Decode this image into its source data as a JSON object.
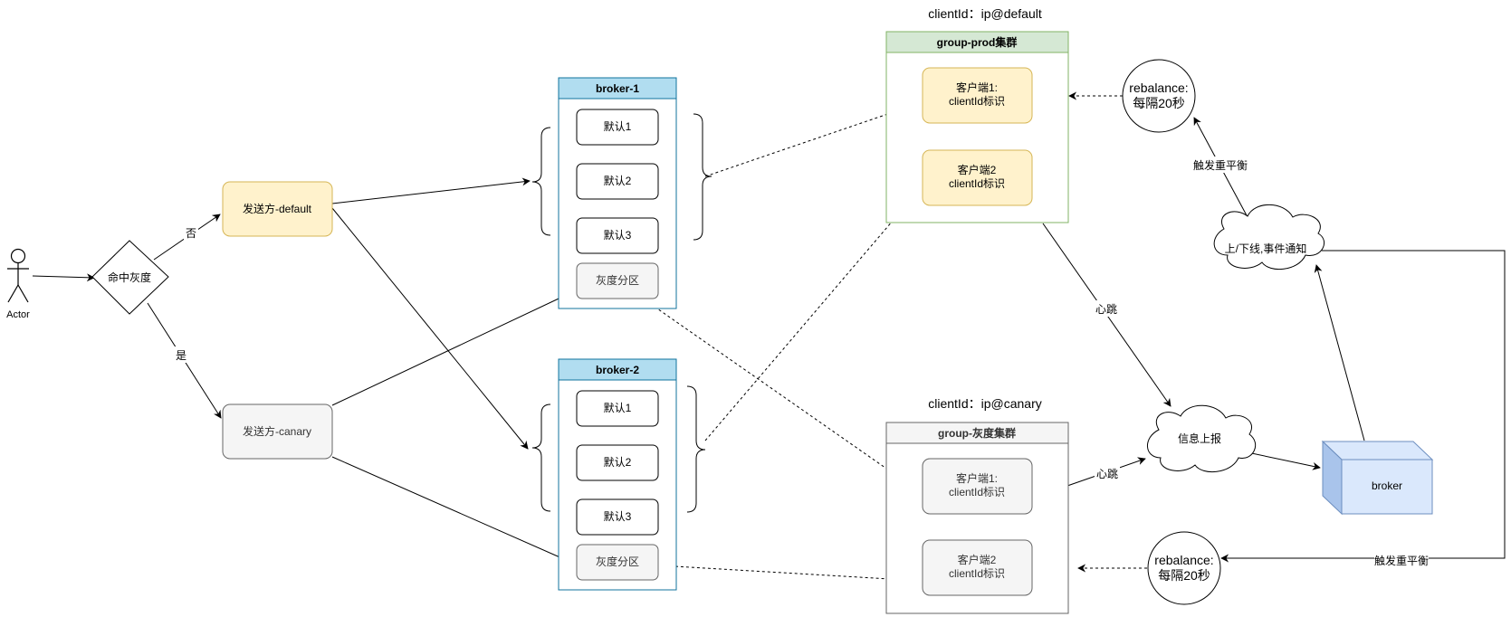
{
  "actor": {
    "label": "Actor"
  },
  "decision": {
    "label": "命中灰度",
    "no_label": "否",
    "yes_label": "是"
  },
  "senders": {
    "default": "发送方-default",
    "canary": "发送方-canary"
  },
  "broker1": {
    "title": "broker-1",
    "items": [
      "默认1",
      "默认2",
      "默认3",
      "灰度分区"
    ]
  },
  "broker2": {
    "title": "broker-2",
    "items": [
      "默认1",
      "默认2",
      "默认3",
      "灰度分区"
    ]
  },
  "prod_group": {
    "caption": "clientId：ip@default",
    "title": "group-prod集群",
    "clients": [
      {
        "line1": "客户端1:",
        "line2": "clientId标识"
      },
      {
        "line1": "客户端2",
        "line2": "clientId标识"
      }
    ]
  },
  "canary_group": {
    "caption": "clientId：ip@canary",
    "title": "group-灰度集群",
    "clients": [
      {
        "line1": "客户端1:",
        "line2": "clientId标识"
      },
      {
        "line1": "客户端2",
        "line2": "clientId标识"
      }
    ]
  },
  "rebalance_top": {
    "line1": "rebalance:",
    "line2": "每隔20秒"
  },
  "rebalance_bottom": {
    "line1": "rebalance:",
    "line2": "每隔20秒"
  },
  "cloud_event": {
    "label": "上/下线,事件通知"
  },
  "cloud_info": {
    "label": "信息上报"
  },
  "broker_box": {
    "label": "broker"
  },
  "edge_labels": {
    "trigger_top": "触发重平衡",
    "trigger_bottom": "触发重平衡",
    "heartbeat_prod": "心跳",
    "heartbeat_canary": "心跳"
  },
  "colors": {
    "broker_header": "#b1ddf0",
    "broker_border": "#10739e",
    "default_fill": "#fff2cc",
    "default_border": "#d6b656",
    "canary_fill": "#f5f5f5",
    "canary_border": "#666666",
    "prod_header": "#d5e8d4",
    "prod_border": "#82b366",
    "cube_fill": "#dae8fc",
    "cube_border": "#6c8ebf"
  }
}
